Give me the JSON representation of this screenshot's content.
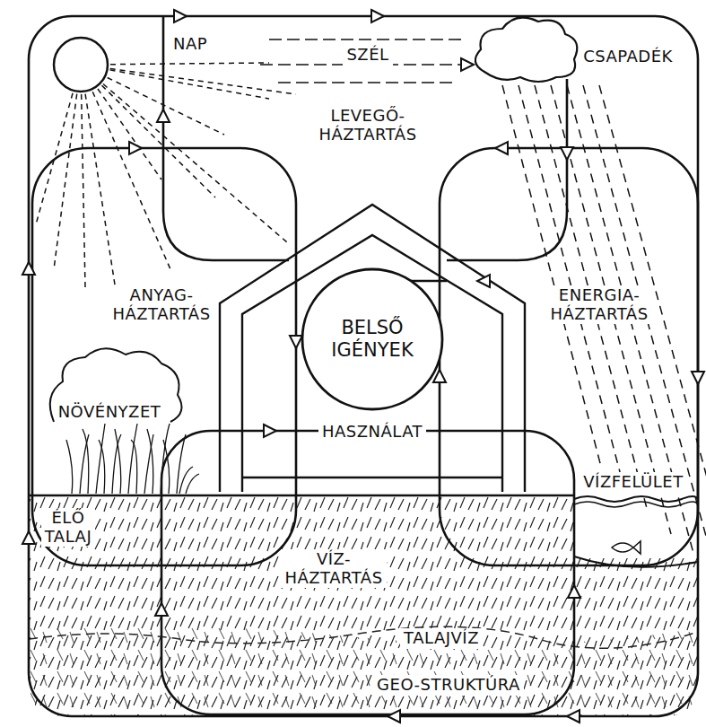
{
  "diagram": {
    "nodes": [
      {
        "text": [
          "BELSŐ IGÉNYEK"
        ]
      }
    ],
    "labels": [
      "NAP",
      "SZÉL",
      "CSAPADÉK",
      "LEVEGŐ- HÁZTARTÁS",
      "ANYAG- HÁZTARTÁS",
      "ENERGIA- HÁZTARTÁS",
      "HASZNÁLAT",
      "NÖVÉNYZET",
      "ÉLŐ TALAJ",
      "VÍZFELÜLET",
      "VÍZ- HÁZTARTÁS",
      "TALAJVÍZ",
      "GEO-STRUKTÚRA"
    ]
  }
}
